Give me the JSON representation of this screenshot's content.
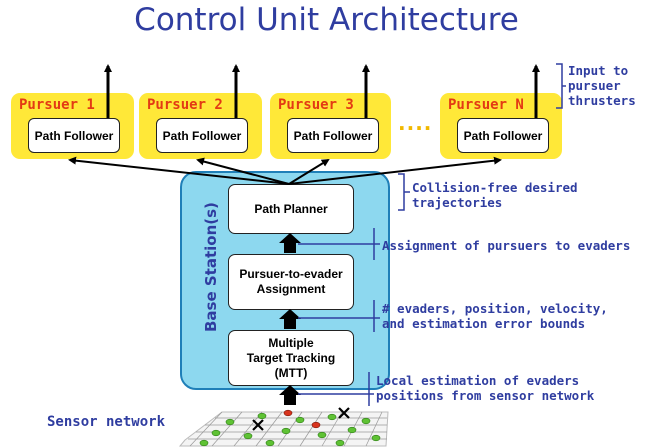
{
  "title": "Control Unit Architecture",
  "pursuers": [
    {
      "label": "Pursuer 1",
      "box": "Path Follower"
    },
    {
      "label": "Pursuer 2",
      "box": "Path Follower"
    },
    {
      "label": "Pursuer 3",
      "box": "Path Follower"
    },
    {
      "label": "Pursuer N",
      "box": "Path Follower"
    }
  ],
  "ellipsis": "....",
  "base_station": {
    "label": "Base Station(s)",
    "path_planner": "Path Planner",
    "assignment_line1": "Pursuer-to-evader",
    "assignment_line2": "Assignment",
    "mtt_line1": "Multiple",
    "mtt_line2": "Target Tracking",
    "mtt_line3": "(MTT)"
  },
  "annotations": {
    "thrusters": "Input to\npursuer\nthrusters",
    "trajectories": "Collision-free desired\ntrajectories",
    "assignment": "Assignment of pursuers to evaders",
    "evaders": "# evaders, position, velocity,\nand estimation error bounds",
    "local": "Local estimation of evaders\npositions from sensor network"
  },
  "sensor_network": "Sensor network",
  "colors": {
    "title": "#2f3da0",
    "pursuer_fill": "#ffe838",
    "pursuer_label": "#e33a14",
    "base_fill": "#8dd8ef",
    "base_border": "#1f7fb8",
    "annotation": "#2f3da0",
    "sensor_node": "#5fc234",
    "sensor_alert": "#d8341e"
  }
}
